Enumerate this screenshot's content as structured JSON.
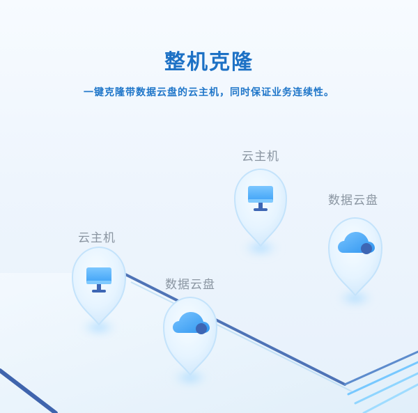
{
  "header": {
    "title": "整机克隆",
    "subtitle": "一键克隆带数据云盘的云主机，同时保证业务连续性。"
  },
  "labels": {
    "vm_top": "云主机",
    "disk_top": "数据云盘",
    "vm_left": "云主机",
    "disk_mid": "数据云盘"
  },
  "colors": {
    "title": "#1d71c5",
    "subtitle": "#1f76c9",
    "label": "#8a95a1",
    "pin": "#dceefe",
    "pin_edge": "#bfe0fb",
    "icon_blue": "#3ea2f5",
    "icon_dark": "#3d66b4",
    "line_dark": "#3f64ad",
    "line_light": "#74c4ff"
  },
  "icons": {
    "monitor": "monitor-icon",
    "cloud": "cloud-disk-icon"
  }
}
